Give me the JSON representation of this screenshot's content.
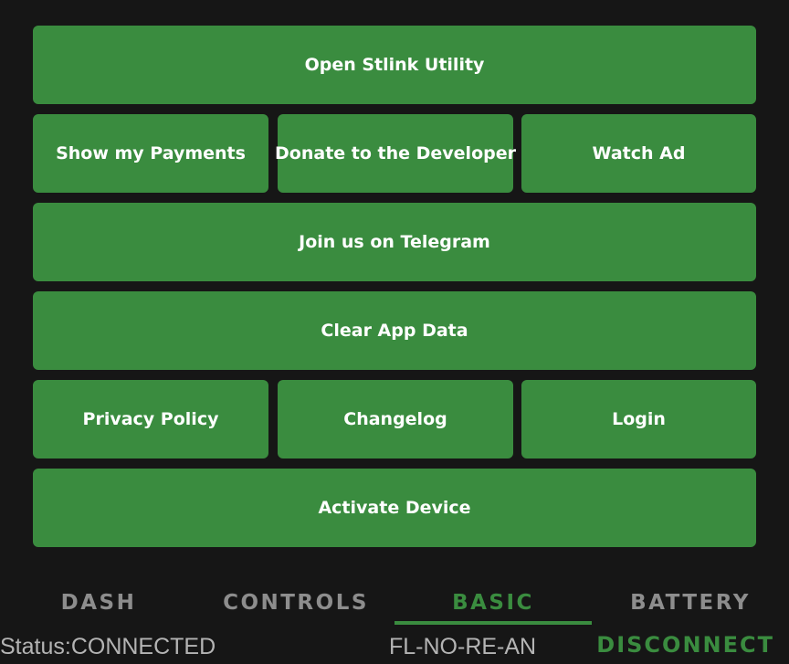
{
  "colors": {
    "background": "#161616",
    "button": "#3a8c3f",
    "accent": "#3a8c3f",
    "inactive_tab": "#8d8d8d",
    "status_text": "#b4b4b4"
  },
  "buttons": {
    "open_stlink": "Open Stlink Utility",
    "show_payments": "Show my Payments",
    "donate": "Donate to the Developer",
    "watch_ad": "Watch Ad",
    "telegram": "Join us on Telegram",
    "clear_data": "Clear App Data",
    "privacy_policy": "Privacy Policy",
    "changelog": "Changelog",
    "login": "Login",
    "activate": "Activate Device"
  },
  "tabs": [
    {
      "label": "DASH",
      "active": false
    },
    {
      "label": "CONTROLS",
      "active": false
    },
    {
      "label": "BASIC",
      "active": true
    },
    {
      "label": "BATTERY",
      "active": false
    }
  ],
  "status_bar": {
    "status": "Status:CONNECTED",
    "device": "FL-NO-RE-AN",
    "disconnect_label": "DISCONNECT"
  }
}
